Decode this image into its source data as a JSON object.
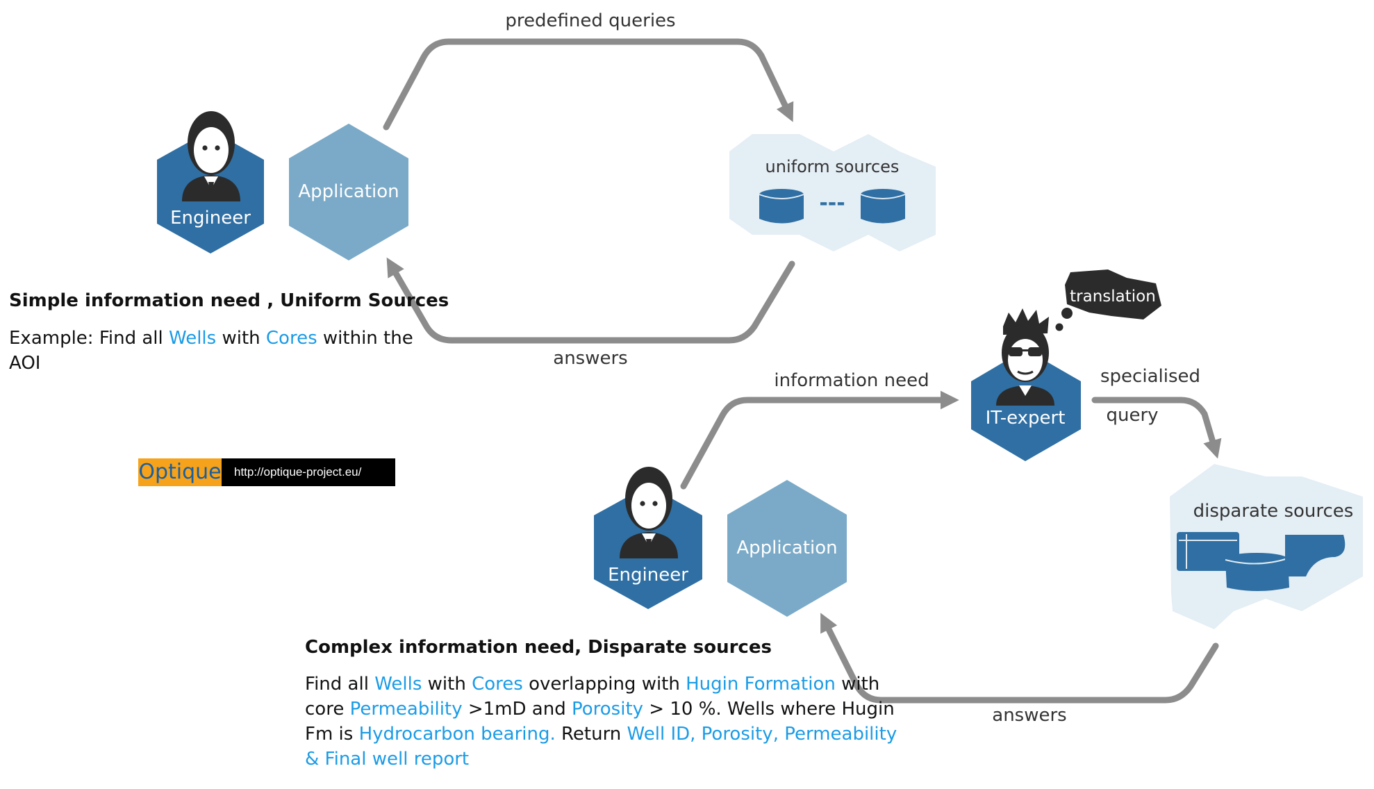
{
  "top": {
    "label_predefined": "predefined queries",
    "label_answers": "answers",
    "engineer_label": "Engineer",
    "application_label": "Application",
    "sources_label": "uniform sources",
    "dash": "---"
  },
  "bottom": {
    "label_information_need": "information need",
    "label_specialised": "specialised",
    "label_query": "query",
    "label_answers": "answers",
    "thought": "translation",
    "itexpert_label": "IT-expert",
    "engineer_label": "Engineer",
    "application_label": "Application",
    "sources_label": "disparate sources"
  },
  "simple": {
    "heading": "Simple information need , Uniform Sources",
    "line1": [
      "Example: Find all ",
      "Wells",
      " with ",
      "Cores",
      " within the"
    ],
    "line2": "AOI"
  },
  "complex": {
    "heading": "Complex information need, Disparate sources",
    "line1": [
      "Find all ",
      "Wells",
      " with ",
      "Cores",
      " overlapping with ",
      "Hugin Formation",
      " with"
    ],
    "line2": [
      "core ",
      "Permeability",
      " >1mD and ",
      "Porosity",
      " > 10 %. Wells where Hugin"
    ],
    "line3": [
      "Fm is ",
      "Hydrocarbon bearing.",
      " Return ",
      "Well ID, Porosity, Permeability"
    ],
    "line4": "& Final well report"
  },
  "logo": {
    "word": "Optique",
    "url": "http://optique-project.eu/"
  },
  "colors": {
    "dark_blue": "#2f6fa3",
    "light_blue": "#7aaac8",
    "pale_blue": "#e4eef5",
    "highlight": "#1a9be6",
    "arrow": "#8c8c8c"
  }
}
